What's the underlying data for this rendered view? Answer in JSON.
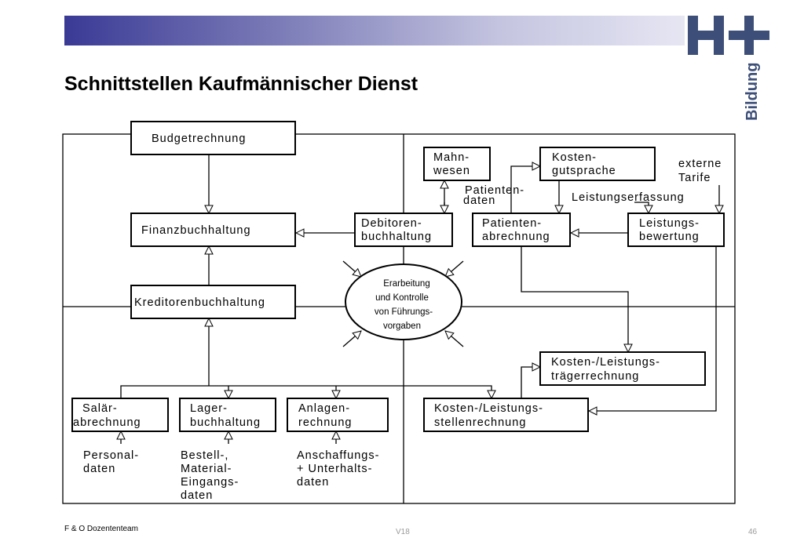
{
  "slide": {
    "title": "Schnittstellen Kaufmännischer Dienst",
    "footer_left": "F & O Dozententeam",
    "footer_center": "V18",
    "page_number": "46"
  },
  "logo": {
    "mark": "H+",
    "subtitle": "Bildung"
  },
  "colors": {
    "banner_dark": "#3a3a96",
    "banner_light": "#e6e6f3",
    "logo": "#3d4f78"
  },
  "diagram": {
    "budget": "Budgetrechnung",
    "finanz": "Finanzbuchhaltung",
    "kreditoren": "Kreditorenbuchhaltung",
    "debitoren": [
      "Debitoren-",
      "buchhaltung"
    ],
    "mahn": [
      "Mahn-",
      "wesen"
    ],
    "kostengutsprache": [
      "Kosten-",
      "gutsprache"
    ],
    "patientenabrechnung": [
      "Patienten-",
      "abrechnung"
    ],
    "leistungsbewertung": [
      "Leistungs-",
      "bewertung"
    ],
    "patientendaten": [
      "Patienten-",
      "daten"
    ],
    "externe_tarife": [
      "externe",
      "Tarife"
    ],
    "leistungserfassung": "Leistungserfassung",
    "ellipse": [
      "Erarbeitung",
      "und Kontrolle",
      "von Führungs-",
      "vorgaben"
    ],
    "ktr": [
      "Kosten-/Leistungs-",
      "trägerrechnung"
    ],
    "kst": [
      "Kosten-/Leistungs-",
      "stellenrechnung"
    ],
    "salaer": [
      "Salär-",
      "abrechnung"
    ],
    "lager": [
      "Lager-",
      "buchhaltung"
    ],
    "anlagen": [
      "Anlagen-",
      "rechnung"
    ],
    "personal": [
      "Personal-",
      "daten"
    ],
    "bestell": [
      "Bestell-,",
      "Material-",
      "Eingangs-",
      "daten"
    ],
    "anschaffung": [
      "Anschaffungs-",
      "+ Unterhalts-",
      "daten"
    ]
  }
}
